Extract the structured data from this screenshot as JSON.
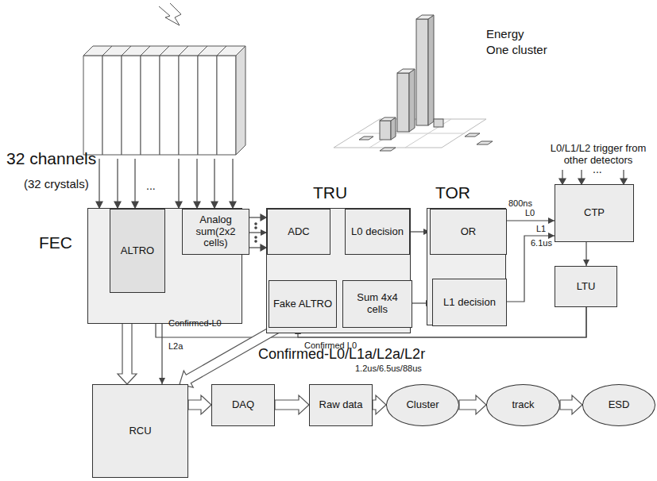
{
  "diagram": {
    "nodes": [
      {
        "text": [
          "FEC"
        ]
      },
      {
        "text": [
          "ALTRO"
        ],
        "in": 0
      },
      {
        "text": [
          "Analog sum(2x2 cells)"
        ],
        "in": 0
      },
      {
        "text": [
          "TRU"
        ]
      },
      {
        "text": [
          "ADC"
        ],
        "in": 3
      },
      {
        "text": [
          "L0 decision"
        ],
        "in": 3
      },
      {
        "text": [
          "Fake ALTRO"
        ],
        "in": 3
      },
      {
        "text": [
          "Sum 4x4 cells"
        ],
        "in": 3
      },
      {
        "text": [
          "TOR"
        ]
      },
      {
        "text": [
          "OR"
        ],
        "in": 8
      },
      {
        "text": [
          "L1 decision"
        ],
        "in": 8
      },
      {
        "text": [
          "CTP"
        ]
      },
      {
        "text": [
          "LTU"
        ]
      },
      {
        "text": [
          "RCU"
        ]
      },
      {
        "text": [
          "DAQ"
        ]
      },
      {
        "text": [
          "Raw data"
        ]
      },
      {
        "text": [
          "Cluster"
        ]
      },
      {
        "text": [
          "track"
        ]
      },
      {
        "text": [
          "ESD"
        ]
      }
    ],
    "edges": [
      {
        "from": 2,
        "to": 4,
        "arrow": "to"
      },
      {
        "from": 4,
        "to": 6,
        "arrow": "to"
      },
      {
        "from": 4,
        "to": 7,
        "arrow": "to"
      },
      {
        "from": 7,
        "to": 5,
        "arrow": "to"
      },
      {
        "from": 5,
        "to": 9,
        "arrow": "to"
      },
      {
        "from": 7,
        "to": 10,
        "arrow": "to"
      },
      {
        "from": 9,
        "to": 11,
        "label": "L0",
        "arrow": "to"
      },
      {
        "from": 10,
        "to": 11,
        "label": "L1",
        "arrow": "to"
      },
      {
        "from": 11,
        "to": 12,
        "arrow": "to"
      },
      {
        "from": 12,
        "to": 1,
        "arrow": "to"
      },
      {
        "from": 12,
        "to": 6,
        "arrow": "to"
      },
      {
        "from": 1,
        "to": 13,
        "arrow": "both"
      },
      {
        "from": 1,
        "to": 13,
        "arrow": "to"
      },
      {
        "from": 6,
        "to": 13,
        "arrow": "to"
      },
      {
        "from": 13,
        "to": 14,
        "arrow": "to"
      },
      {
        "from": 14,
        "to": 15,
        "arrow": "to"
      },
      {
        "from": 15,
        "to": 16,
        "arrow": "to"
      },
      {
        "from": 16,
        "to": 17,
        "arrow": "to"
      },
      {
        "from": 17,
        "to": 18,
        "arrow": "to"
      }
    ],
    "labels": [
      "32 channels",
      "(32 crystals)",
      "Energy",
      "One cluster",
      "L0/L1/L2 trigger from other detectors",
      "...",
      "...",
      "800ns",
      "6.1us",
      "Confirmed-L0",
      "L2a",
      "Confirmed L0",
      "Confirmed-L0/L1a/L2a/L2r",
      "1.2us/6.5us/88us"
    ]
  }
}
